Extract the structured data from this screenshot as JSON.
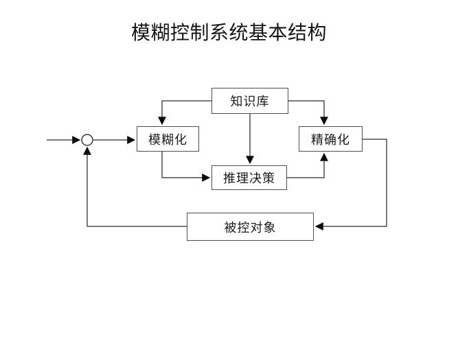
{
  "title": "模糊控制系统基本结构",
  "diagram": {
    "type": "flowchart",
    "nodes": {
      "knowledge_base": {
        "label": "知识库"
      },
      "fuzzification": {
        "label": "模糊化"
      },
      "defuzzification": {
        "label": "精确化"
      },
      "inference": {
        "label": "推理决策"
      },
      "plant": {
        "label": "被控对象"
      },
      "summing_junction": {
        "shape": "circle",
        "label": ""
      }
    },
    "edges": [
      {
        "from": "input",
        "to": "summing-junction",
        "arrow": true
      },
      {
        "from": "summing-junction",
        "to": "fuzzification",
        "arrow": true
      },
      {
        "from": "knowledge-base",
        "to": "fuzzification",
        "arrow": true
      },
      {
        "from": "knowledge-base",
        "to": "inference",
        "arrow": true
      },
      {
        "from": "knowledge-base",
        "to": "defuzzification",
        "arrow": true
      },
      {
        "from": "fuzzification",
        "to": "inference",
        "arrow": true
      },
      {
        "from": "inference",
        "to": "defuzzification",
        "arrow": true
      },
      {
        "from": "defuzzification",
        "to": "plant",
        "arrow": true
      },
      {
        "from": "plant",
        "to": "summing-junction",
        "arrow": true
      }
    ],
    "colors": {
      "line": "#4d4d4d",
      "arrowhead": "#0d0d0d",
      "box_border": "#4d4d4d",
      "text": "#1a1a1a",
      "background": "#ffffff"
    }
  }
}
